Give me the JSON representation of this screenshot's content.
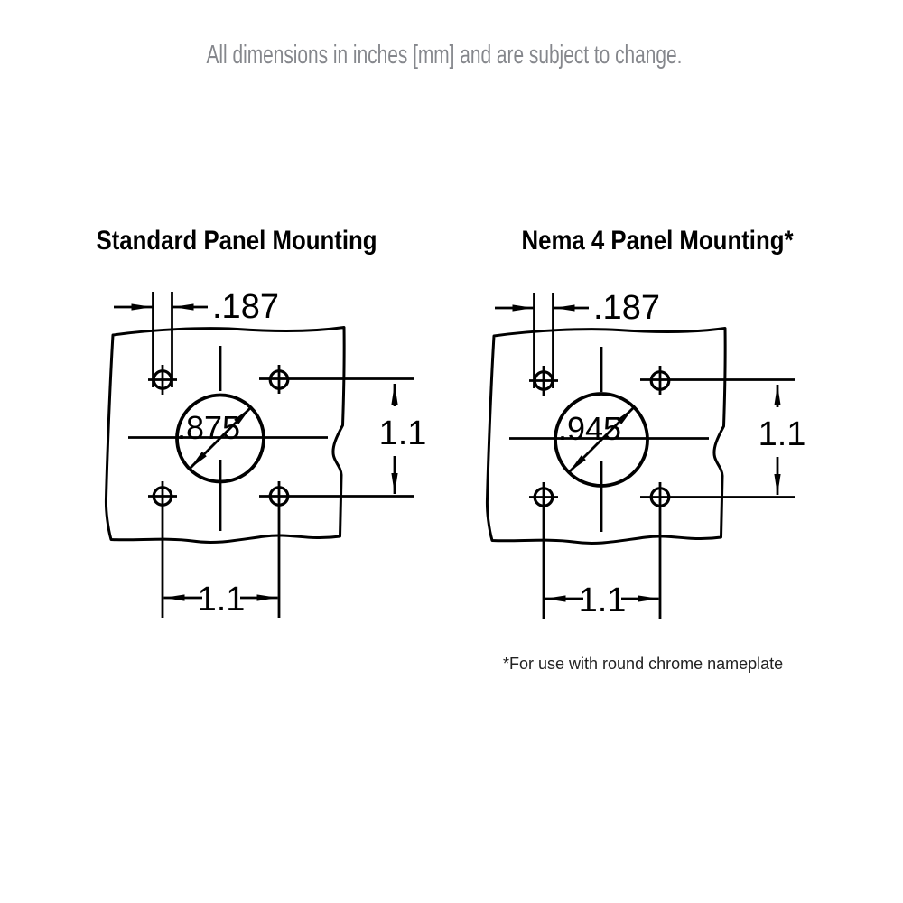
{
  "header": {
    "note": "All dimensions in inches [mm] and are subject to change."
  },
  "footnote": "*For use with round chrome nameplate",
  "colors": {
    "line": "#000000",
    "note_text": "#85878c",
    "title_text": "#000000"
  },
  "diagrams": [
    {
      "title": "Standard Panel Mounting",
      "labels": {
        "mounting_hole_diameter": ".187",
        "center_hole_diameter": ".875",
        "vertical_hole_spacing": "1.1",
        "horizontal_hole_spacing": "1.1"
      }
    },
    {
      "title": "Nema 4 Panel Mounting*",
      "labels": {
        "mounting_hole_diameter": ".187",
        "center_hole_diameter": ".945",
        "vertical_hole_spacing": "1.1",
        "horizontal_hole_spacing": "1.1"
      }
    }
  ]
}
